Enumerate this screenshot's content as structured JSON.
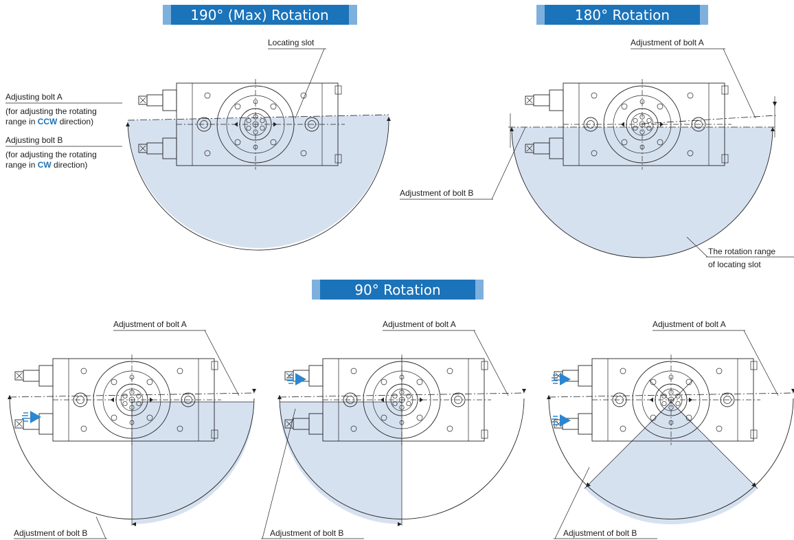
{
  "titles": {
    "max_rotation": "190° (Max) Rotation",
    "rotation_180": "180° Rotation",
    "rotation_90": "90° Rotation"
  },
  "labels": {
    "locating_slot": "Locating slot",
    "adjusting_bolt_a": "Adjusting bolt A",
    "bolt_a_note_1": "(for adjusting the rotating",
    "bolt_a_note_2_prefix": "range in ",
    "bolt_a_note_2_highlight": "CCW",
    "bolt_a_note_2_suffix": " direction)",
    "adjusting_bolt_b": "Adjusting bolt B",
    "bolt_b_note_1": "(for adjusting the rotating",
    "bolt_b_note_2_prefix": "range in ",
    "bolt_b_note_2_highlight": "CW",
    "bolt_b_note_2_suffix": " direction)",
    "adjustment_bolt_a": "Adjustment of bolt A",
    "adjustment_bolt_b": "Adjustment of bolt B",
    "rotation_range_1": "The rotation range",
    "rotation_range_2": "of locating slot"
  },
  "colors": {
    "title_band": "#1b73b9",
    "title_band_light": "#7eb0de",
    "range_fill": "#d6e1f0",
    "highlight_text": "#1b73b9",
    "arrow_blue": "#2a86d0"
  },
  "icons": {
    "push_arrow": "push-arrow-icon"
  }
}
